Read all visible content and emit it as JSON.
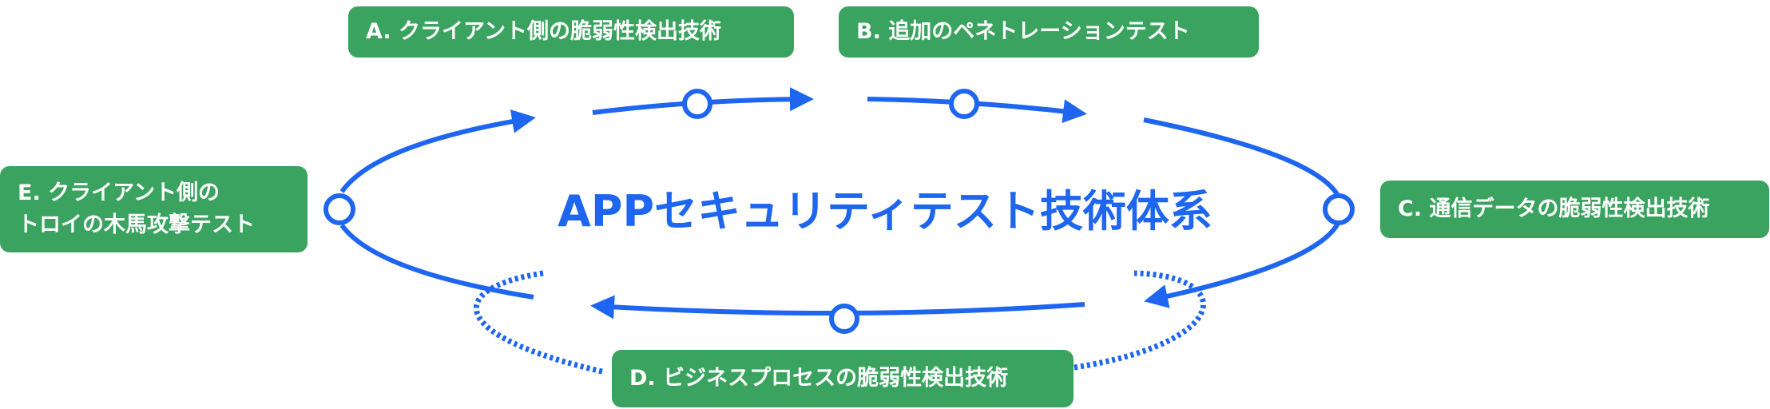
{
  "title": "APPセキュリティテスト技術体系",
  "nodes": {
    "a": "A. クライアント側の脆弱性検出技術",
    "b": "B. 追加のペネトレーションテスト",
    "c": "C. 通信データの脆弱性検出技術",
    "d": "D. ビジネスプロセスの脆弱性検出技術",
    "e_line1": "E. クライアント側の",
    "e_line2": "トロイの木馬攻撃テスト"
  },
  "colors": {
    "accent": "#1e66f0",
    "node_fill": "#3aa35f",
    "node_text": "#ffffff"
  }
}
